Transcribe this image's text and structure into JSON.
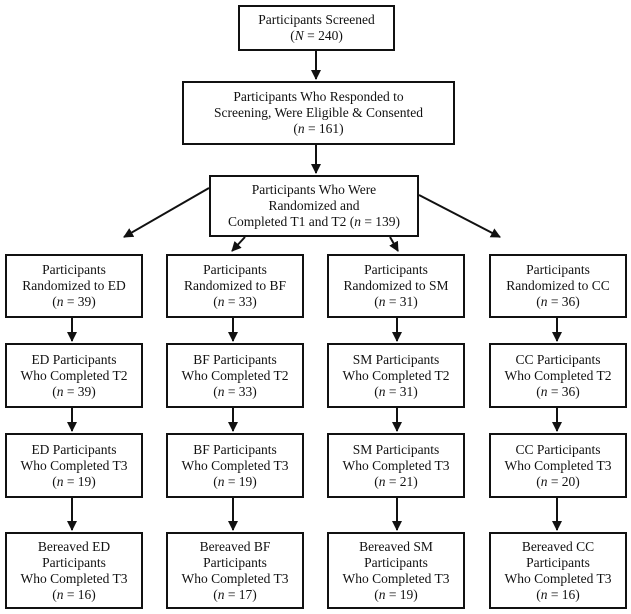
{
  "flowchart": {
    "top": [
      {
        "lines": [
          "Participants Screened",
          "(N = 240)"
        ]
      },
      {
        "lines": [
          "Participants Who Responded to",
          "Screening, Were Eligible & Consented",
          "(n = 161)"
        ]
      },
      {
        "lines": [
          "Participants Who Were",
          "Randomized and",
          "Completed T1 and T2 (n = 139)"
        ]
      }
    ],
    "columns": [
      {
        "group": "ED",
        "boxes": [
          {
            "lines": [
              "Participants",
              "Randomized to ED",
              "(n = 39)"
            ]
          },
          {
            "lines": [
              "ED Participants",
              "Who Completed T2",
              "(n = 39)"
            ]
          },
          {
            "lines": [
              "ED Participants",
              "Who Completed T3",
              "(n = 19)"
            ]
          },
          {
            "lines": [
              "Bereaved ED",
              "Participants",
              "Who Completed T3",
              "(n = 16)"
            ]
          }
        ]
      },
      {
        "group": "BF",
        "boxes": [
          {
            "lines": [
              "Participants",
              "Randomized to BF",
              "(n = 33)"
            ]
          },
          {
            "lines": [
              "BF Participants",
              "Who Completed T2",
              "(n = 33)"
            ]
          },
          {
            "lines": [
              "BF Participants",
              "Who Completed T3",
              "(n = 19)"
            ]
          },
          {
            "lines": [
              "Bereaved BF",
              "Participants",
              "Who Completed T3",
              "(n = 17)"
            ]
          }
        ]
      },
      {
        "group": "SM",
        "boxes": [
          {
            "lines": [
              "Participants",
              "Randomized to SM",
              "(n = 31)"
            ]
          },
          {
            "lines": [
              "SM Participants",
              "Who Completed T2",
              "(n = 31)"
            ]
          },
          {
            "lines": [
              "SM Participants",
              "Who Completed T3",
              "(n = 21)"
            ]
          },
          {
            "lines": [
              "Bereaved SM",
              "Participants",
              "Who Completed T3",
              "(n = 19)"
            ]
          }
        ]
      },
      {
        "group": "CC",
        "boxes": [
          {
            "lines": [
              "Participants",
              "Randomized to CC",
              "(n = 36)"
            ]
          },
          {
            "lines": [
              "CC Participants",
              "Who Completed T2",
              "(n = 36)"
            ]
          },
          {
            "lines": [
              "CC Participants",
              "Who Completed T3",
              "(n = 20)"
            ]
          },
          {
            "lines": [
              "Bereaved CC",
              "Participants",
              "Who Completed T3",
              "(n = 16)"
            ]
          }
        ]
      }
    ]
  }
}
